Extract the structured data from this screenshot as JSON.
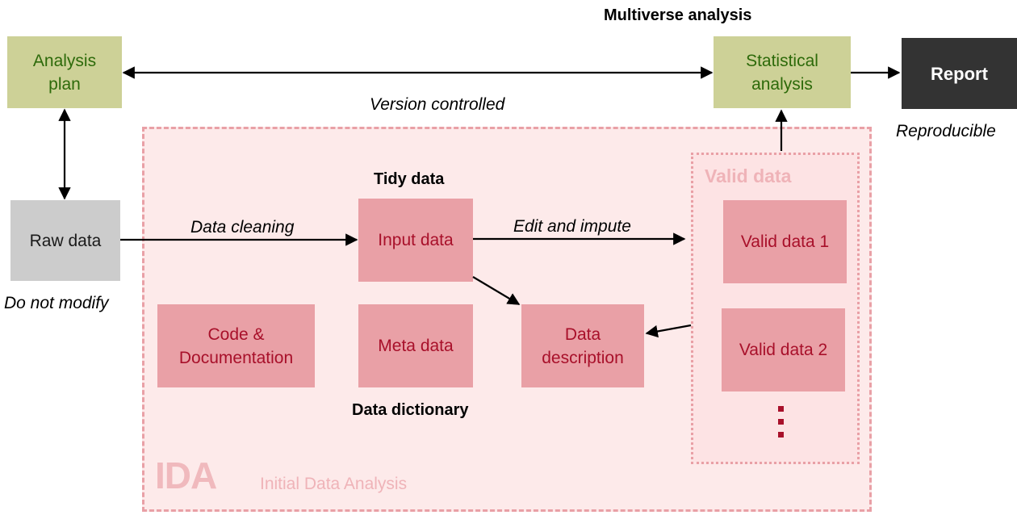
{
  "header": {
    "multiverse_label": "Multiverse analysis",
    "version_label": "Version controlled",
    "reproducible_label": "Reproducible"
  },
  "nodes": {
    "analysis_plan": "Analysis\nplan",
    "statistical_analysis": "Statistical\nanalysis",
    "report": "Report",
    "raw_data": "Raw data",
    "input_data": "Input data",
    "code_documentation": "Code &\nDocumentation",
    "meta_data": "Meta data",
    "data_description": "Data\ndescription",
    "valid_data_1": "Valid data 1",
    "valid_data_2": "Valid data 2"
  },
  "labels": {
    "do_not_modify": "Do not modify",
    "data_cleaning": "Data cleaning",
    "tidy_data": "Tidy data",
    "edit_and_impute": "Edit and impute",
    "data_dictionary": "Data dictionary",
    "valid_data_group": "Valid data",
    "ida_abbrev": "IDA",
    "ida_full": "Initial Data Analysis"
  },
  "edges": [
    {
      "from": "analysis_plan",
      "to": "statistical_analysis",
      "bidirectional": true
    },
    {
      "from": "analysis_plan",
      "to": "raw_data",
      "bidirectional": true
    },
    {
      "from": "statistical_analysis",
      "to": "report",
      "bidirectional": false
    },
    {
      "from": "valid_data",
      "to": "statistical_analysis",
      "bidirectional": false
    },
    {
      "from": "raw_data",
      "to": "input_data",
      "label": "Data cleaning",
      "bidirectional": false
    },
    {
      "from": "input_data",
      "to": "valid_data",
      "label": "Edit and impute",
      "bidirectional": false
    },
    {
      "from": "input_data",
      "to": "data_description",
      "bidirectional": false
    },
    {
      "from": "valid_data",
      "to": "data_description",
      "bidirectional": false
    }
  ],
  "colors": {
    "plan_fill": "#cdd197",
    "plan_text": "#2d6a0a",
    "ida_fill": "#fdeaea",
    "ida_border": "#e9a0a6",
    "node_fill": "#e9a0a6",
    "node_text": "#a8102a",
    "report_fill": "#333333",
    "raw_fill": "#cccccc"
  }
}
